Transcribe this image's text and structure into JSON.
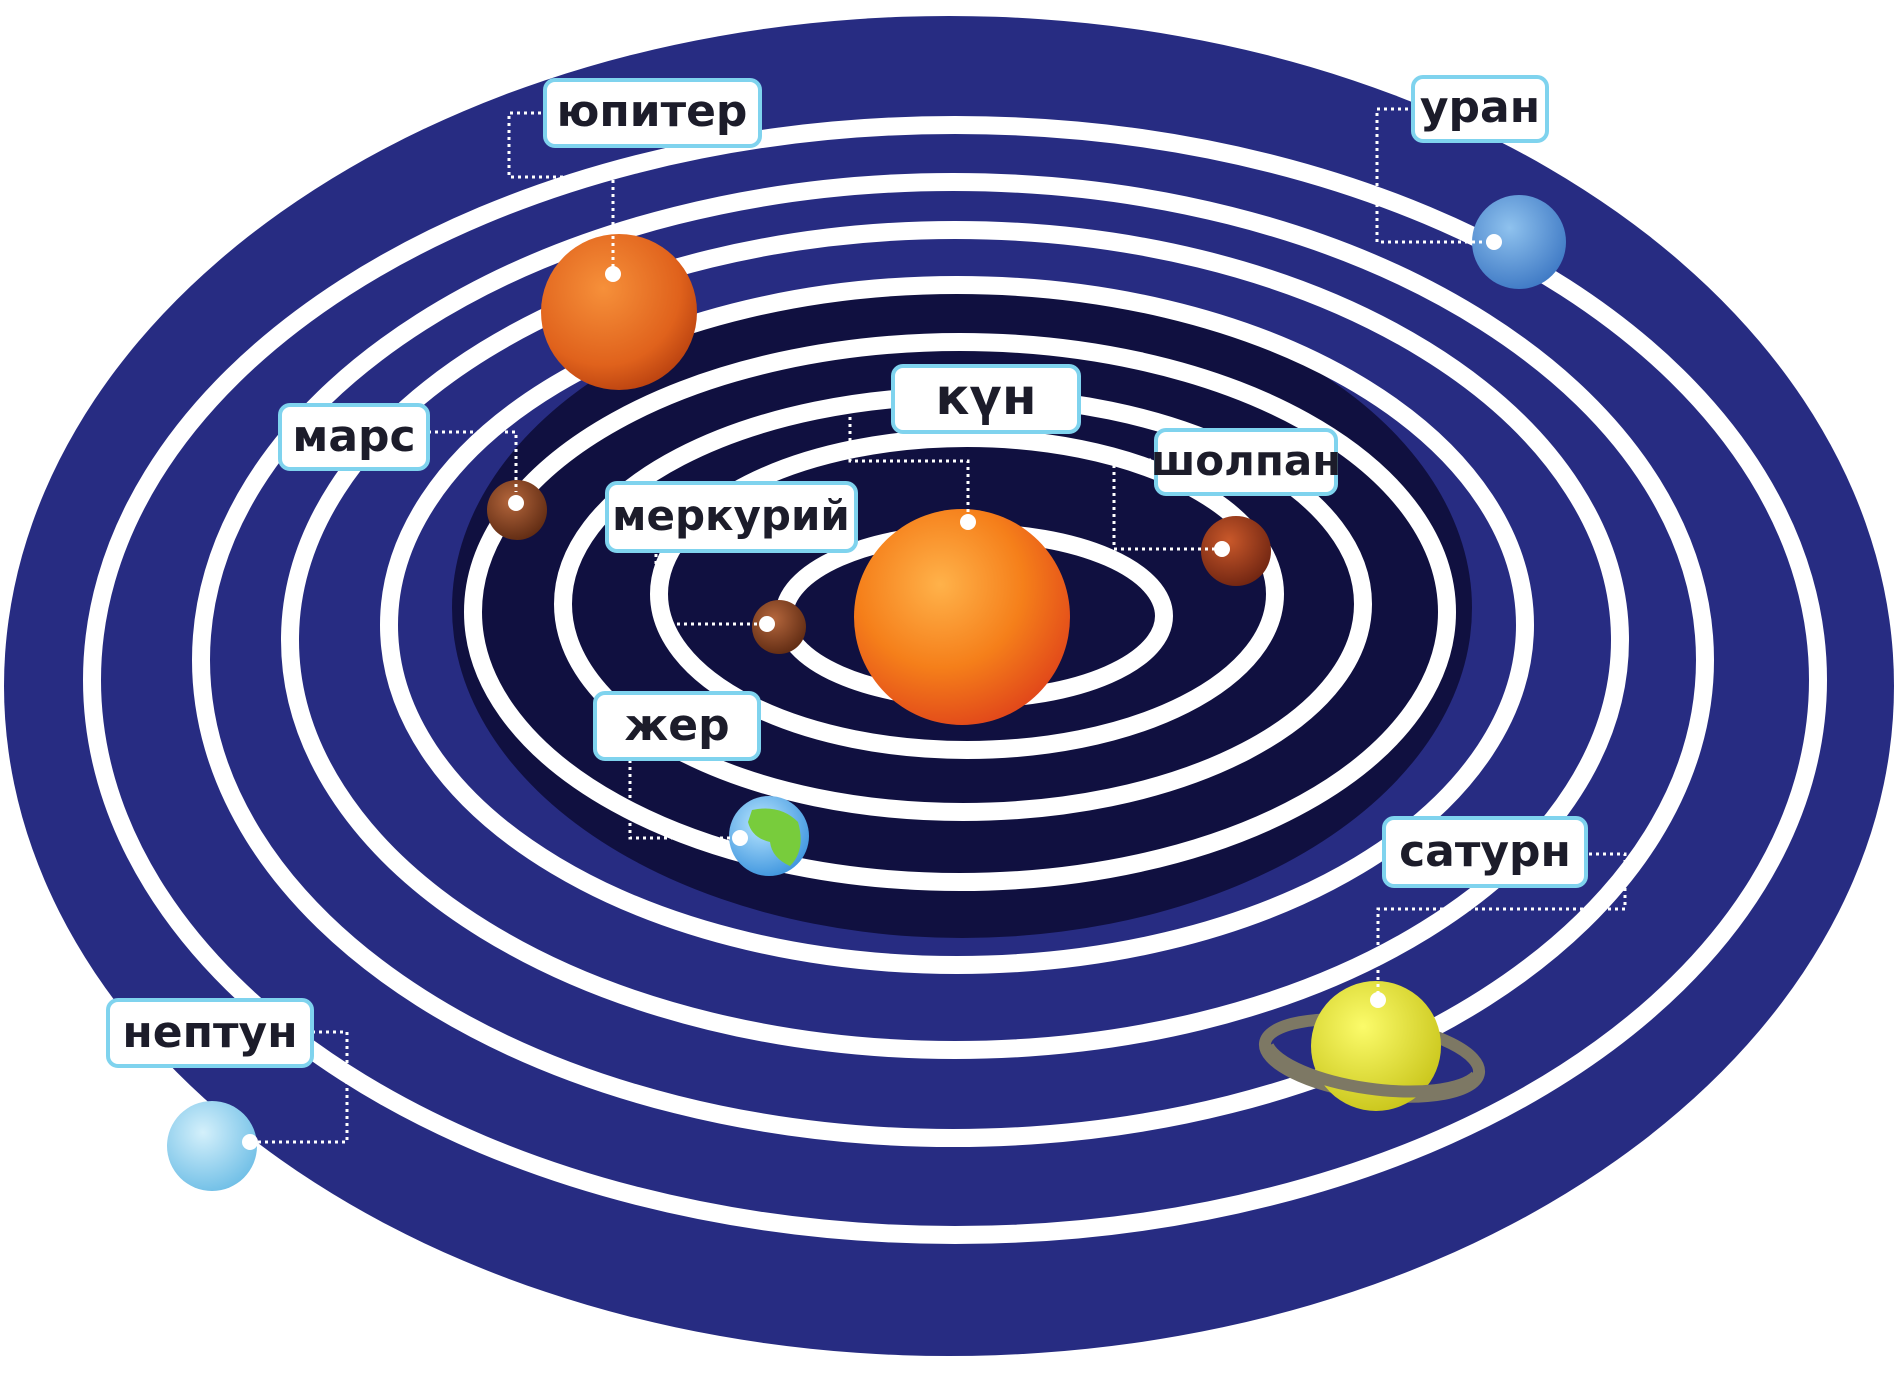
{
  "diagram": {
    "colors": {
      "space": "#272c82",
      "inner_space": "#101040",
      "orbit": "#ffffff",
      "label_border": "#7fd3ee"
    },
    "bodies": [
      {
        "key": "sun",
        "label": "күн",
        "icon": "sun-icon"
      },
      {
        "key": "mercury",
        "label": "меркурий",
        "icon": "mercury-icon"
      },
      {
        "key": "venus",
        "label": "шолпан",
        "icon": "venus-icon"
      },
      {
        "key": "earth",
        "label": "жер",
        "icon": "earth-icon"
      },
      {
        "key": "mars",
        "label": "марс",
        "icon": "mars-icon"
      },
      {
        "key": "jupiter",
        "label": "юпитер",
        "icon": "jupiter-icon"
      },
      {
        "key": "saturn",
        "label": "сатурн",
        "icon": "saturn-icon"
      },
      {
        "key": "uranus",
        "label": "уран",
        "icon": "uranus-icon"
      },
      {
        "key": "neptune",
        "label": "нептун",
        "icon": "neptune-icon"
      }
    ]
  }
}
